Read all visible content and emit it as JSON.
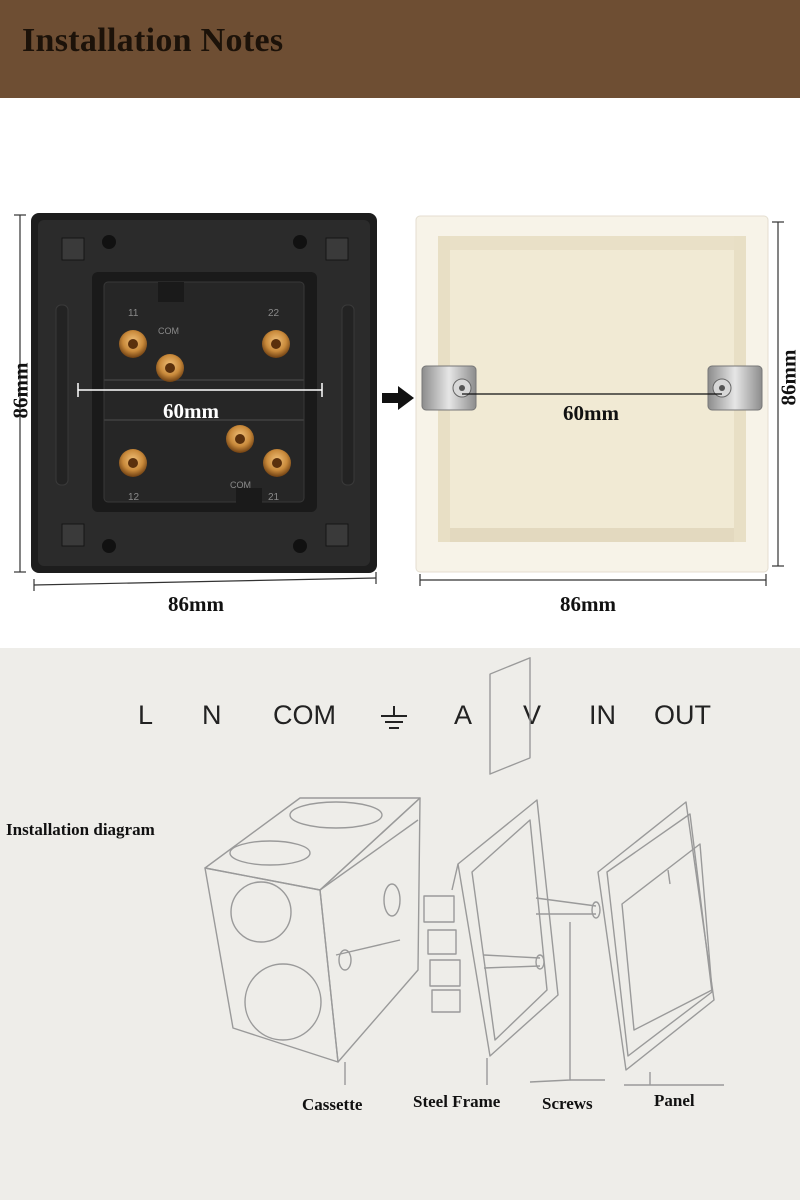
{
  "header": {
    "title": "Installation Notes"
  },
  "dimensions": {
    "switch_height": "86mm",
    "switch_width": "86mm",
    "switch_hole_spacing": "60mm",
    "box_height": "86mm",
    "box_width": "86mm",
    "box_hole_spacing": "60mm"
  },
  "switch_markings": {
    "top_left": "11",
    "top_right": "22",
    "com_top": "COM",
    "bottom_left": "12",
    "bottom_right": "21",
    "com_bottom": "COM"
  },
  "symbols": [
    "L",
    "N",
    "COM",
    "A",
    "V",
    "IN",
    "OUT"
  ],
  "ground_icon": "ground-symbol-icon",
  "diagram": {
    "title": "Installation diagram",
    "parts": {
      "cassette": "Cassette",
      "steel_frame": "Steel Frame",
      "screws": "Screws",
      "panel": "Panel"
    }
  },
  "colors": {
    "header_bg": "#6e4e33",
    "switch_body": "#2a2a2a",
    "box_body": "#f6f1e3",
    "terminal_copper": "#c98a3b",
    "lower_bg": "#eeede9"
  }
}
